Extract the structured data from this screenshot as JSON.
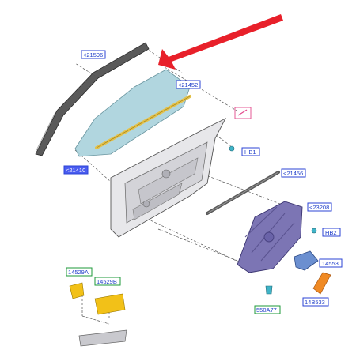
{
  "diagram": {
    "colors": {
      "arrow": "#e8202a",
      "label_blue_border": "#2b43d6",
      "label_blue_text": "#1f3ec9",
      "label_highlight_fill": "#4a5cf0",
      "label_green_border": "#1e9a39",
      "glass": "#a9d2dc",
      "seal_yellow": "#e4c24a",
      "door_panel": "#e7e7ea",
      "regulator_purple": "#7c75b4",
      "clip_cyan": "#3fb4c8",
      "bracket_yellow": "#f2c118",
      "hinge_orange": "#f08a24",
      "outline": "#333333"
    },
    "labels": [
      {
        "id": "21596",
        "text": "<21596"
      },
      {
        "id": "21452",
        "text": "<21452"
      },
      {
        "id": "21410",
        "text": "<21410"
      },
      {
        "id": "hb1",
        "text": "HB1"
      },
      {
        "id": "21456",
        "text": "<21456"
      },
      {
        "id": "23208",
        "text": "<23208"
      },
      {
        "id": "hb2",
        "text": "HB2"
      },
      {
        "id": "14553",
        "text": "14553"
      },
      {
        "id": "14529a",
        "text": "14529A"
      },
      {
        "id": "14529b",
        "text": "14529B"
      },
      {
        "id": "550a77",
        "text": "550A77"
      },
      {
        "id": "14b533",
        "text": "14B533"
      }
    ]
  }
}
